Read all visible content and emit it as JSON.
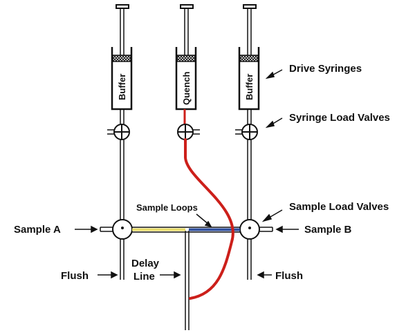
{
  "syringes": [
    {
      "label": "Buffer"
    },
    {
      "label": "Quench"
    },
    {
      "label": "Buffer"
    }
  ],
  "labels": {
    "drive_syringes": "Drive Syringes",
    "syringe_load_valves": "Syringe Load Valves",
    "sample_loops": "Sample Loops",
    "sample_load_valves": "Sample Load Valves",
    "sample_a": "Sample A",
    "sample_b": "Sample B",
    "flush_left": "Flush",
    "flush_right": "Flush",
    "delay_line_1": "Delay",
    "delay_line_2": "Line"
  },
  "colors": {
    "quench_line": "#cc1f1a",
    "loop_left": "#e8dc6a",
    "loop_right": "#2f4f9e",
    "ink": "#111111"
  }
}
